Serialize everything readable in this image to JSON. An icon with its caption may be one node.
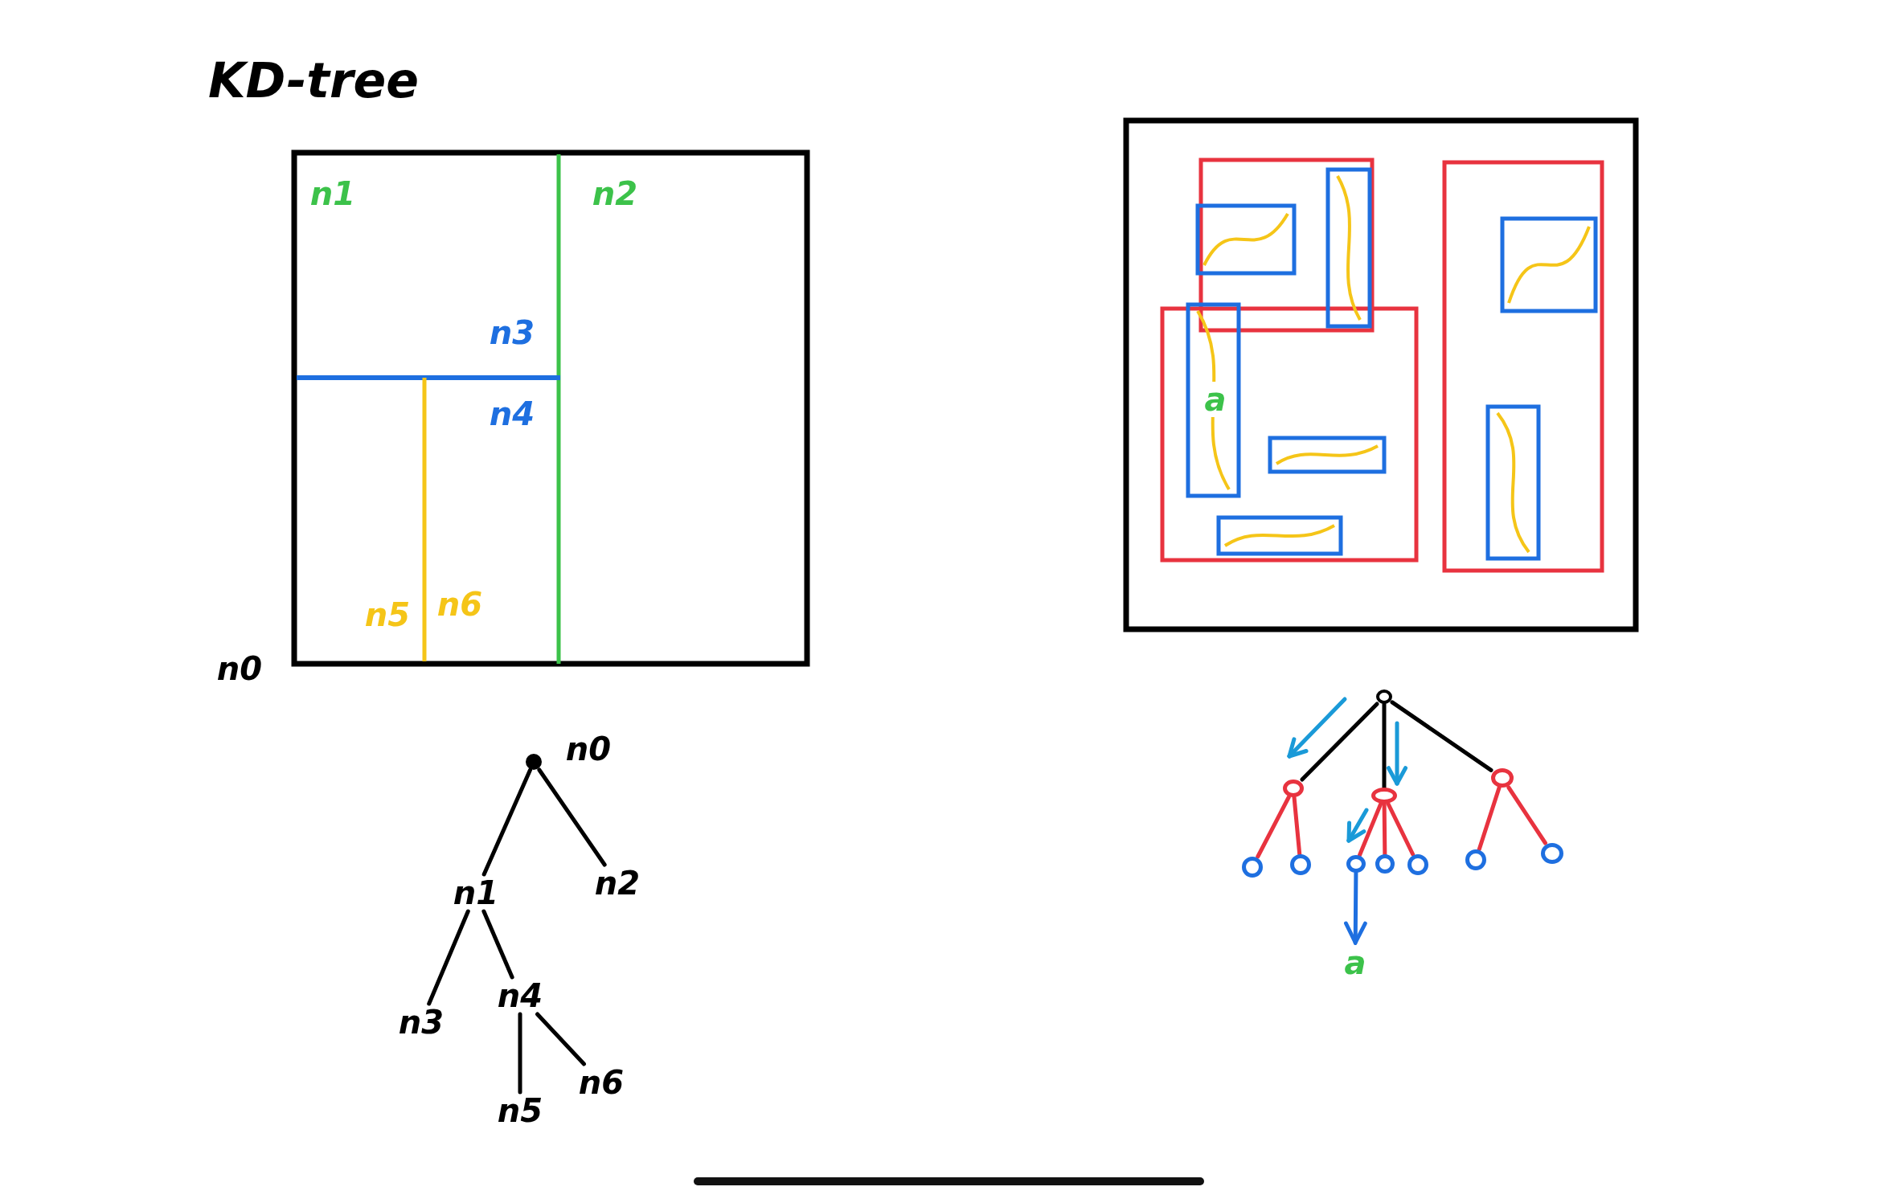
{
  "diagram": {
    "title": "KD-tree",
    "nodes": [
      {
        "text": [],
        "shape": "circle",
        "beside": [
          "n0"
        ]
      },
      {
        "text": [
          "n1"
        ]
      },
      {
        "text": [
          "n2"
        ]
      },
      {
        "text": [
          "n3"
        ]
      },
      {
        "text": [
          "n4"
        ]
      },
      {
        "text": [
          "n5"
        ]
      },
      {
        "text": [
          "n6"
        ]
      },
      {
        "text": [],
        "shape": "circle"
      },
      {
        "text": [],
        "shape": "circle"
      },
      {
        "text": [],
        "shape": "circle"
      },
      {
        "text": [],
        "shape": "circle"
      },
      {
        "text": [],
        "shape": "circle"
      },
      {
        "text": [],
        "shape": "circle"
      },
      {
        "text": [],
        "shape": "circle"
      },
      {
        "text": [],
        "shape": "circle"
      },
      {
        "text": [],
        "shape": "circle"
      },
      {
        "text": [],
        "shape": "circle"
      },
      {
        "text": [],
        "shape": "circle"
      },
      {
        "text": [
          "a"
        ]
      }
    ],
    "edges": [
      {
        "from": 0,
        "to": 1,
        "arrow": "none"
      },
      {
        "from": 0,
        "to": 2,
        "arrow": "none"
      },
      {
        "from": 1,
        "to": 3,
        "arrow": "none"
      },
      {
        "from": 1,
        "to": 4,
        "arrow": "none"
      },
      {
        "from": 4,
        "to": 5,
        "arrow": "none"
      },
      {
        "from": 4,
        "to": 6,
        "arrow": "none"
      },
      {
        "from": 7,
        "to": 8,
        "arrow": "none"
      },
      {
        "from": 7,
        "to": 9,
        "arrow": "none"
      },
      {
        "from": 7,
        "to": 10,
        "arrow": "none"
      },
      {
        "from": 8,
        "to": 11,
        "arrow": "none",
        "color": "#e8333f"
      },
      {
        "from": 8,
        "to": 12,
        "arrow": "none",
        "color": "#e8333f"
      },
      {
        "from": 9,
        "to": 13,
        "arrow": "none",
        "color": "#e8333f"
      },
      {
        "from": 9,
        "to": 14,
        "arrow": "none",
        "color": "#e8333f"
      },
      {
        "from": 9,
        "to": 15,
        "arrow": "none",
        "color": "#e8333f"
      },
      {
        "from": 10,
        "to": 16,
        "arrow": "none",
        "color": "#e8333f"
      },
      {
        "from": 10,
        "to": 17,
        "arrow": "none",
        "color": "#e8333f"
      },
      {
        "from": 13,
        "to": 18,
        "arrow": "to",
        "color": "#1e6fe0"
      }
    ],
    "labels": [
      "n1",
      "n2",
      "n3",
      "n4",
      "n5",
      "n6",
      "n0",
      "a"
    ]
  }
}
